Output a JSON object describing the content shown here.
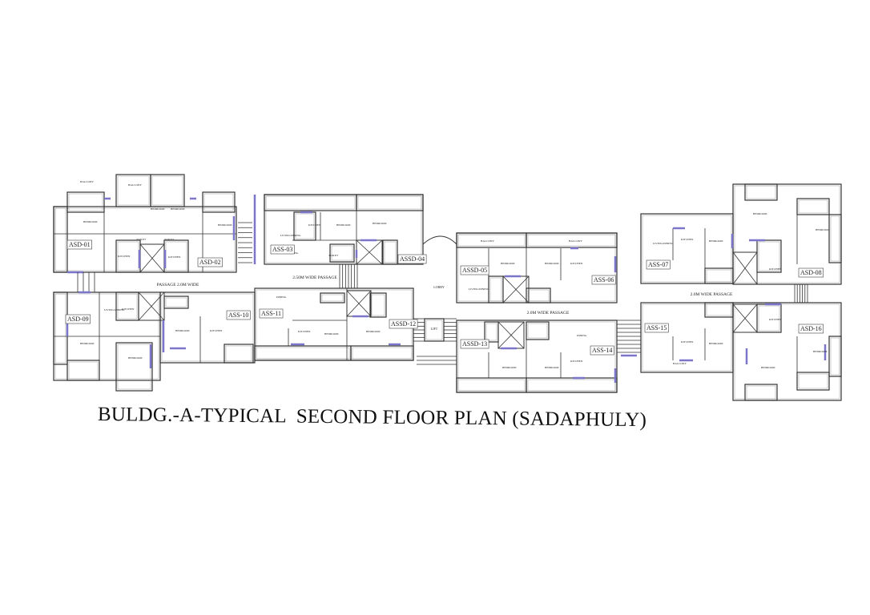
{
  "title": "BULDG.-A-TYPICAL  SECOND FLOOR PLAN (SADAPHULY)",
  "colors": {
    "wall": "#333333",
    "window": "#7b76c9",
    "background": "#ffffff"
  },
  "units": [
    "ASD-01",
    "ASD-02",
    "ASD-09",
    "ASS-10",
    "ASS-03",
    "ASSD-04",
    "ASS-11",
    "ASSD-12",
    "ASSD-05",
    "ASS-06",
    "ASSD-13",
    "ASS-14",
    "ASS-07",
    "ASD-08",
    "ASS-15",
    "ASD-16"
  ],
  "passages": [
    "PASSAGE 2.0M WIDE",
    "2.50M WIDE PASSAGE",
    "2.0M WIDE PASSAGE",
    "2.0M WIDE PASSAGE"
  ],
  "common": {
    "lobby": "LOBBY",
    "lift": "LIFT"
  },
  "room_types": [
    "BEDROOM",
    "KITCHEN",
    "TOILET",
    "BALCONY",
    "LIVING/DINING",
    "DINING"
  ]
}
